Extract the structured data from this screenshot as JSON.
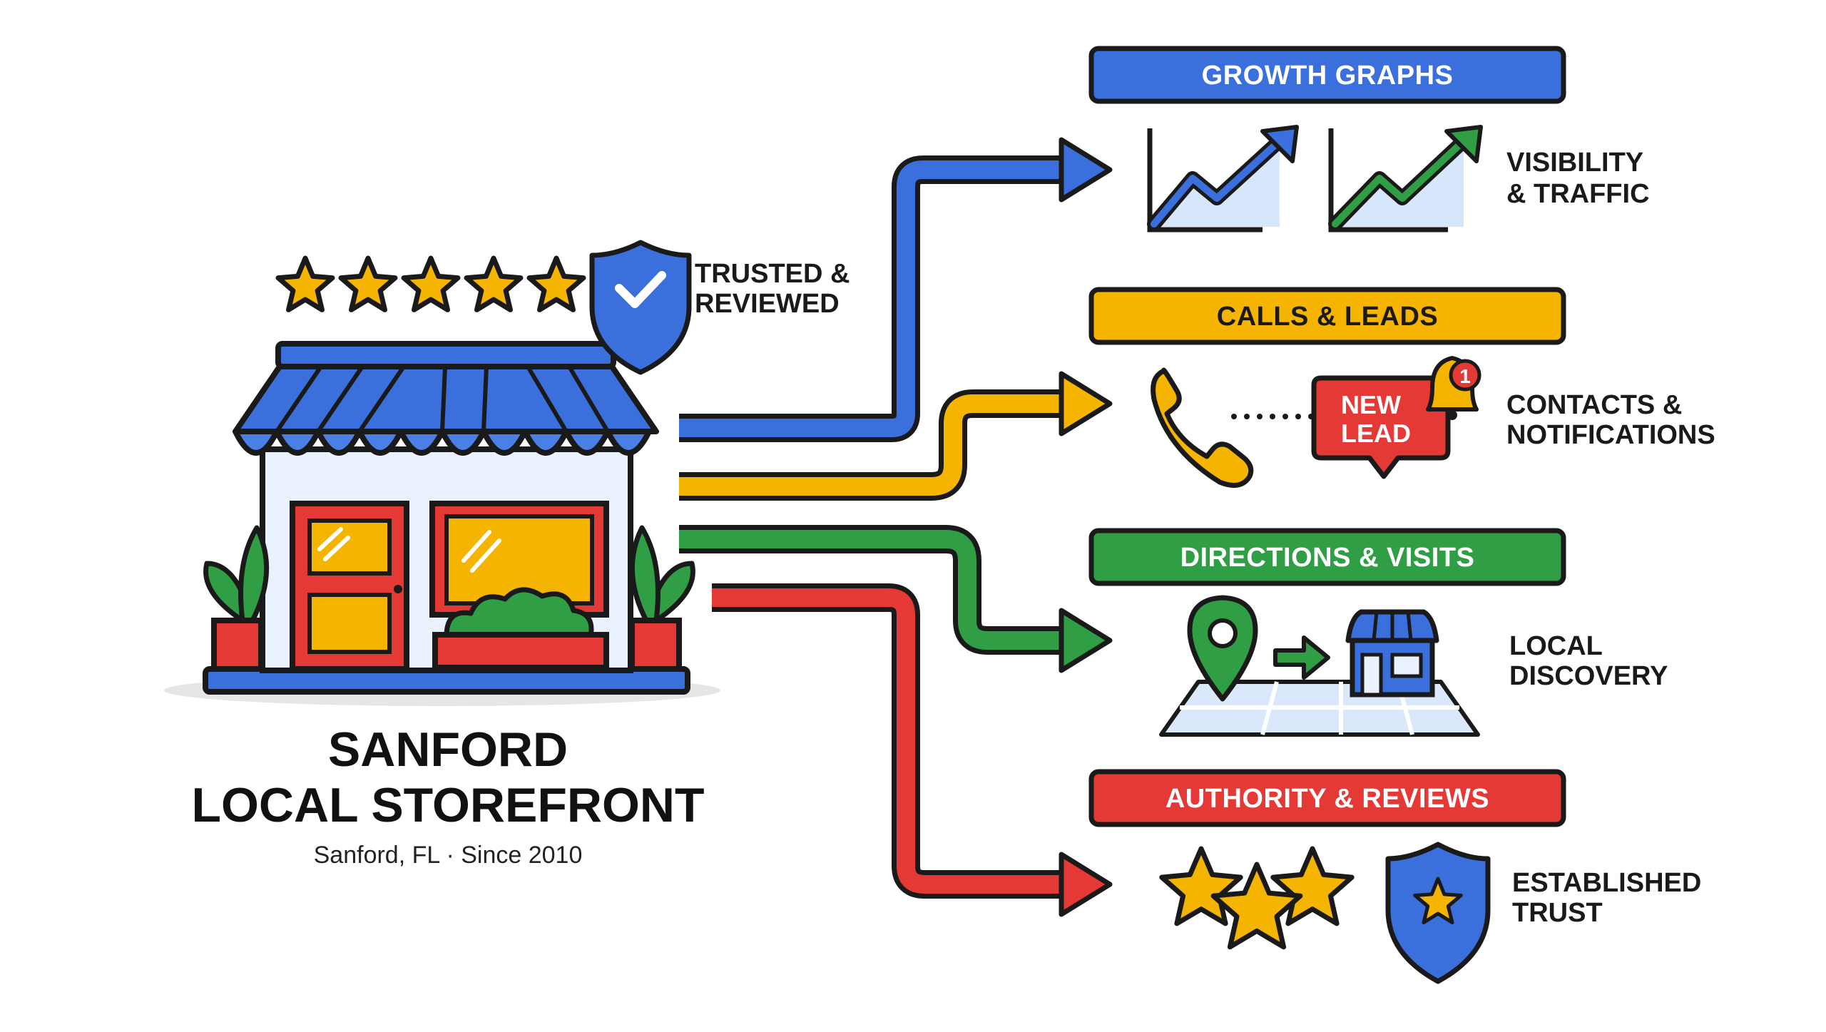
{
  "storefront": {
    "title_line1": "SANFORD",
    "title_line2": "LOCAL STOREFRONT",
    "subtitle": "Sanford, FL · Since 2010",
    "rating_stars": 5,
    "badge_line1": "TRUSTED &",
    "badge_line2": "REVIEWED"
  },
  "colors": {
    "blue": "#3b6fdc",
    "yellow": "#f5b400",
    "green": "#2f9e44",
    "red": "#e53935",
    "outline": "#1a1a1a"
  },
  "outcomes": [
    {
      "header": "GROWTH GRAPHS",
      "label_line1": "VISIBILITY",
      "label_line2": "& TRAFFIC",
      "icon": "growth-chart-icons",
      "color": "#3b6fdc"
    },
    {
      "header": "CALLS & LEADS",
      "label_line1": "CONTACTS &",
      "label_line2": "NOTIFICATIONS",
      "icon": "phone-lead-bell-icons",
      "color": "#f5b400",
      "lead_text_1": "NEW",
      "lead_text_2": "LEAD",
      "notification_count": "1"
    },
    {
      "header": "DIRECTIONS & VISITS",
      "label_line1": "LOCAL",
      "label_line2": "DISCOVERY",
      "icon": "map-pin-store-icons",
      "color": "#2f9e44"
    },
    {
      "header": "AUTHORITY & REVIEWS",
      "label_line1": "ESTABLISHED",
      "label_line2": "TRUST",
      "icon": "stars-shield-icons",
      "color": "#e53935"
    }
  ]
}
